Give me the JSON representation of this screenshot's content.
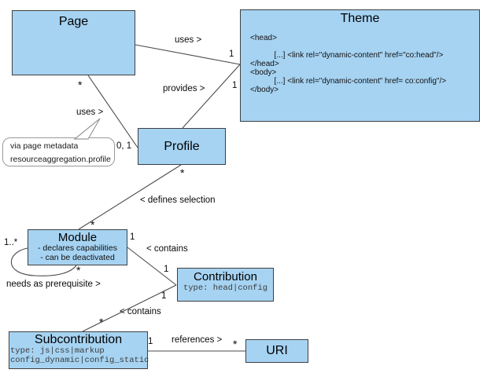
{
  "diagram": {
    "classes": {
      "page": {
        "title": "Page"
      },
      "theme": {
        "title": "Theme",
        "body": "<head>\n\n           [...] <link rel=\"dynamic-content\" href=\"co:head\"/>\n</head>\n<body>\n           [...] <link rel=\"dynamic-content\" href= co:config\"/>\n</body>"
      },
      "profile": {
        "title": "Profile"
      },
      "module": {
        "title": "Module",
        "attributes": "- declares capabilities\n- can be deactivated"
      },
      "contribution": {
        "title": "Contribution",
        "type_line": "type: head|config"
      },
      "subcontribution": {
        "title": "Subcontribution",
        "type_lines": "type: js|css|markup\nconfig_dynamic|config_static"
      },
      "uri": {
        "title": "URI"
      }
    },
    "note": {
      "text": "via page metadata\nresourceaggregation.profile"
    },
    "labels": {
      "uses_top": "uses >",
      "provides": "provides >",
      "uses_left": "uses >",
      "defines_selection": "< defines selection",
      "contains_upper": "< contains",
      "contains_lower": "< contains",
      "needs_prerequisite": "needs as prerequisite >",
      "references": "references >"
    },
    "multiplicities": {
      "page_theme_theme_end": "1",
      "profile_theme_theme_end": "1",
      "page_profile_page_end": "*",
      "page_profile_profile_end": "0, 1",
      "profile_module_profile_end": "*",
      "profile_module_module_end": "*",
      "module_loop_source": "1..*",
      "module_loop_target": "*",
      "module_contrib_module_end": "1",
      "module_contrib_contrib_end": "1",
      "contrib_subcontrib_contrib_end": "1",
      "contrib_subcontrib_sub_end": "*",
      "subcontrib_uri_sub_end": "1",
      "subcontrib_uri_uri_end": "*"
    },
    "colors": {
      "box_fill": "#a6d3f2",
      "box_border": "#3f3f3f",
      "line": "#4a4a4a",
      "note_border": "#999999"
    }
  }
}
